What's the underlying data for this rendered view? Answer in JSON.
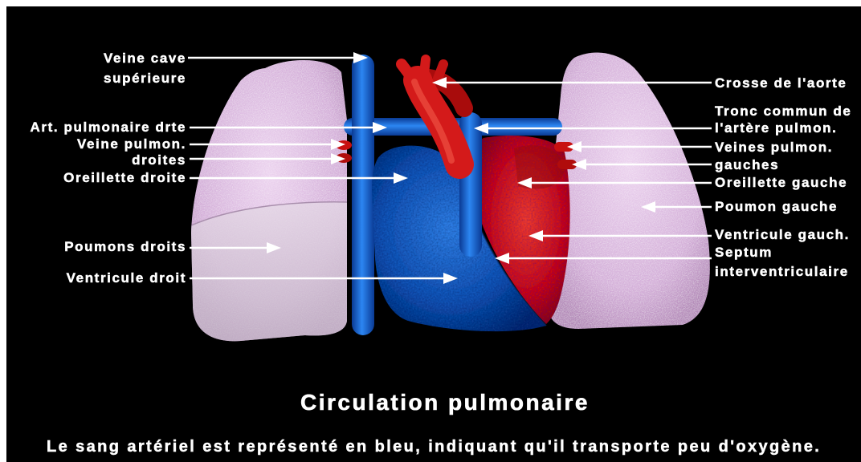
{
  "title": "Circulation pulmonaire",
  "caption": "Le sang artériel est représenté en bleu, indiquant qu'il transporte peu d'oxygène.",
  "labels_left": {
    "veine_cave": {
      "line1": "Veine cave",
      "line2": "supérieure"
    },
    "art_pulmonaire": "Art. pulmonaire drte",
    "veine_pulmon": {
      "line1": "Veine pulmon.",
      "line2": "droites"
    },
    "oreillette_droite": "Oreillette droite",
    "poumons_droits": "Poumons droits",
    "ventricule_droit": "Ventricule droit"
  },
  "labels_right": {
    "crosse_aorte": "Crosse de l'aorte",
    "tronc_commun": {
      "line1": "Tronc commun de",
      "line2": "l'artère pulmon."
    },
    "veines_pulmon": {
      "line1": "Veines pulmon.",
      "line2": "gauches"
    },
    "oreillette_gauche": "Oreillette gauche",
    "poumon_gauche": "Poumon gauche",
    "ventricule_gauche": "Ventricule gauch.",
    "septum": {
      "line1": "Septum",
      "line2": "interventriculaire"
    }
  },
  "colors": {
    "background": "#000000",
    "frame": "#ffffff",
    "label_text": "#ffffff",
    "lung": "#d4afd9",
    "blue_structures": "#1a5fc4",
    "red_structures": "#cc1111"
  }
}
